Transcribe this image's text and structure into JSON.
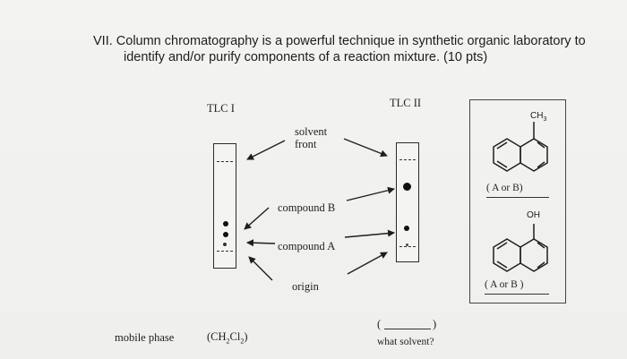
{
  "question": {
    "line1": "VII. Column chromatography is a powerful technique in synthetic organic laboratory to",
    "line2": "identify and/or purify components of a reaction mixture. (10 pts)"
  },
  "tlc1": {
    "label": "TLC I"
  },
  "tlc2": {
    "label": "TLC II"
  },
  "labels": {
    "solvent_front_1": "solvent",
    "solvent_front_2": "front",
    "compound_b": "compound B",
    "compound_a": "compound A",
    "origin": "origin"
  },
  "mobile_phase": {
    "label": "mobile phase",
    "tlc1_solvent_open": "(CH",
    "sub1": "2",
    "mid": "Cl",
    "sub2": "2",
    "close": ")",
    "tlc2_open": "(",
    "tlc2_close": ")",
    "tlc2_prompt": "what solvent?"
  },
  "structures": {
    "top_substituent": "CH",
    "top_substituent_sub": "3",
    "top_choice": "( A or B)",
    "bottom_substituent": "OH",
    "bottom_choice": "( A or B )"
  },
  "colors": {
    "ink": "#1e1e1e",
    "paper": "#f2f2f0"
  }
}
